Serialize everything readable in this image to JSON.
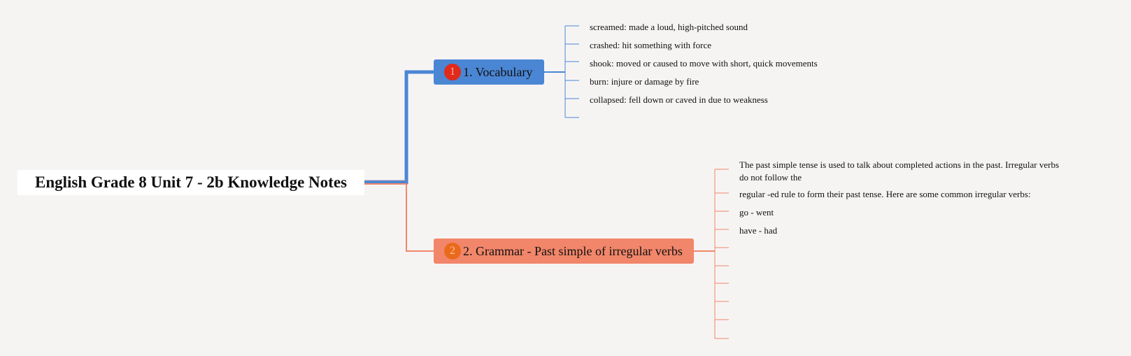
{
  "root": {
    "title": "English Grade 8 Unit 7 - 2b Knowledge Notes"
  },
  "branches": [
    {
      "badge": "1",
      "label": "1. Vocabulary",
      "color": "#4a86d4",
      "leaves": [
        "screamed: made a loud, high-pitched sound",
        "crashed: hit something with force",
        "shook: moved or caused to move with short, quick movements",
        "burn: injure or damage by fire",
        "collapsed: fell down or caved in due to weakness",
        ""
      ]
    },
    {
      "badge": "2",
      "label": "2. Grammar - Past simple of irregular verbs",
      "color": "#f2866a",
      "leaves": [
        "The past simple tense is used to talk about completed actions in the past. Irregular verbs",
        "do not follow the",
        "regular -ed rule to form their past tense. Here are some common irregular verbs:",
        "go - went",
        "have - had",
        "",
        "",
        "",
        "",
        "",
        ""
      ]
    }
  ]
}
